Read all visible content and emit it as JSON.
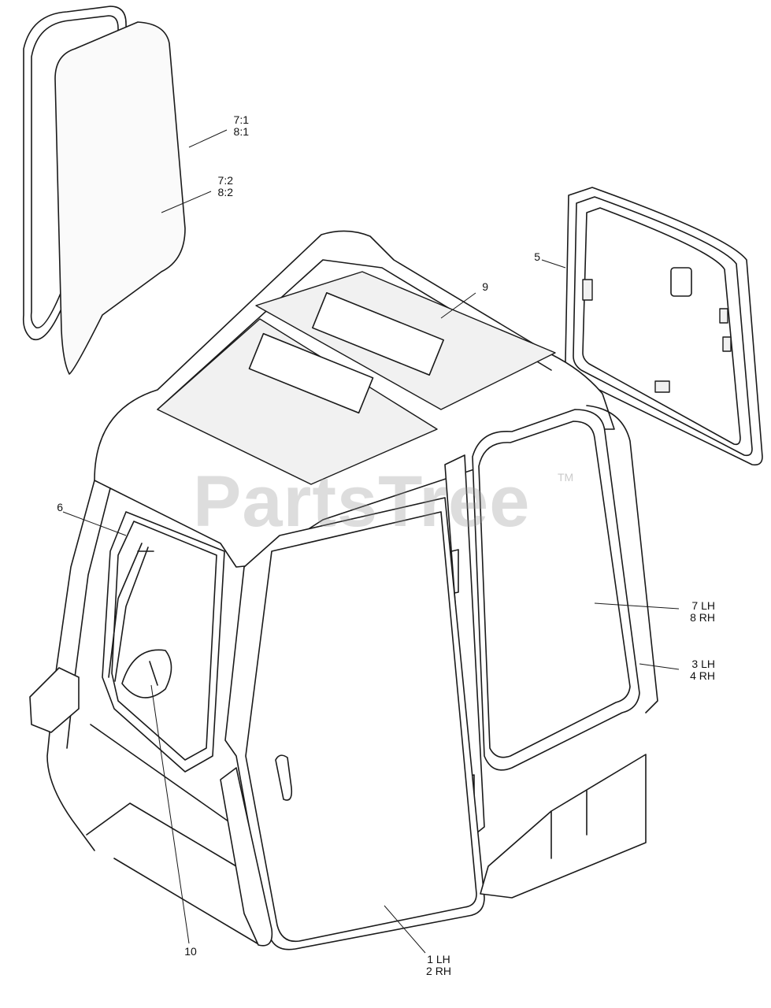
{
  "watermark": {
    "text": "PartsTree",
    "trademark": "TM"
  },
  "callouts": {
    "c71": {
      "lines": [
        "7:1",
        "8:1"
      ]
    },
    "c72": {
      "lines": [
        "7:2",
        "8:2"
      ]
    },
    "c5": {
      "lines": [
        "5"
      ]
    },
    "c9": {
      "lines": [
        "9"
      ]
    },
    "c6": {
      "lines": [
        "6"
      ]
    },
    "c78": {
      "lines": [
        "7 LH",
        "8 RH"
      ]
    },
    "c34": {
      "lines": [
        "3 LH",
        "4 RH"
      ]
    },
    "c10": {
      "lines": [
        "10"
      ]
    },
    "c12": {
      "lines": [
        "1 LH",
        "2 RH"
      ]
    }
  }
}
